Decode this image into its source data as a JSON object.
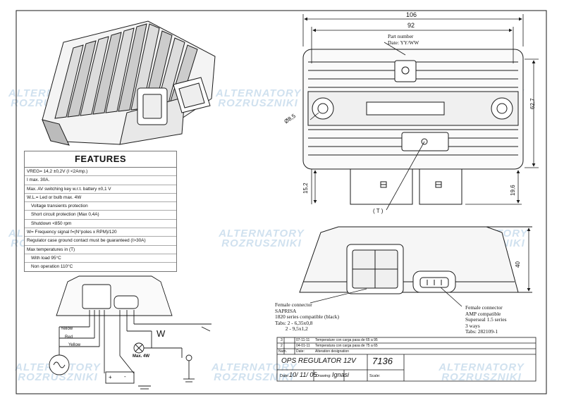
{
  "watermark": {
    "line1": "ALTERNATORY",
    "line2": "ROZRUSZNIKI"
  },
  "dimensions": {
    "width_overall": "106",
    "width_inner": "92",
    "hole_dia": "Ø8,5",
    "height_right": "62,7",
    "connector_left": "15,2",
    "connector_right": "19,6",
    "side_height": "40"
  },
  "callouts": {
    "part_number": "Part number",
    "date_code": "Date: YY/WW",
    "terminal_t": "( T )"
  },
  "features": {
    "title": "FEATURES",
    "rows": [
      {
        "text": "VREG= 14,2 ±0,2V (I <2Amp.)",
        "indent": false
      },
      {
        "text": "I max. 30A.",
        "indent": false
      },
      {
        "text": "Max. AV switching key w.r.t. battery  ±0,1 V",
        "indent": false
      },
      {
        "text": "W.L.= Led or bulb max. 4W",
        "indent": false
      },
      {
        "text": "Voltage transients protection",
        "indent": true
      },
      {
        "text": "Short circuit protection (Max 0,4A)",
        "indent": true
      },
      {
        "text": "Shutdown <850 rpm",
        "indent": true
      },
      {
        "text": "W= Frequency signal f=(N°poles x RPM)/120",
        "indent": false
      },
      {
        "text": "Regulator case ground contact must be guaranteed (I>30A)",
        "indent": false
      },
      {
        "text": "Max temperatures in (T)",
        "indent": false
      },
      {
        "text": "With load 95°C",
        "indent": true
      },
      {
        "text": "Non operation 110°C",
        "indent": true
      }
    ]
  },
  "wiring": {
    "wire1": "Yellow",
    "wire2": "Red",
    "wire3": "Yellow",
    "w_label": "W",
    "lamp_label": "Max. 4W",
    "batt_plus": "+",
    "batt_minus": "-"
  },
  "connector_left": {
    "lines": [
      "Female connector",
      "SAPRISA",
      "1820 series compatible (black)",
      "Tabs: 2 - 6,35x0,8",
      "        2 - 9,5x1,2"
    ]
  },
  "connector_right": {
    "lines": [
      "Female connector",
      "AMP compatible",
      "Superseal 1.5 series",
      "3 ways",
      "Tabs: 282109-1"
    ]
  },
  "title_block": {
    "revisions": [
      {
        "num": "3",
        "date": "07-11-11",
        "desc": "Temperature con carga pasa de 65 a 95"
      },
      {
        "num": "2",
        "date": "04-01-11",
        "desc": "Temperatura con carga pasa de 75 a 65"
      }
    ],
    "header": {
      "num": "Num.",
      "date": "Date:",
      "desc": "Alteration designation"
    },
    "title": "OPS REGULATOR 12V",
    "drawing_number": "7136",
    "date_label": "Date:",
    "date_value": "10/ 11/ 05",
    "drawing_label": "Drawing:",
    "drawing_value": "Ignasi",
    "scale_label": "Scale:"
  },
  "colors": {
    "line": "#1a1a1a",
    "watermark": "#8fb6d8",
    "paper": "#ffffff"
  }
}
